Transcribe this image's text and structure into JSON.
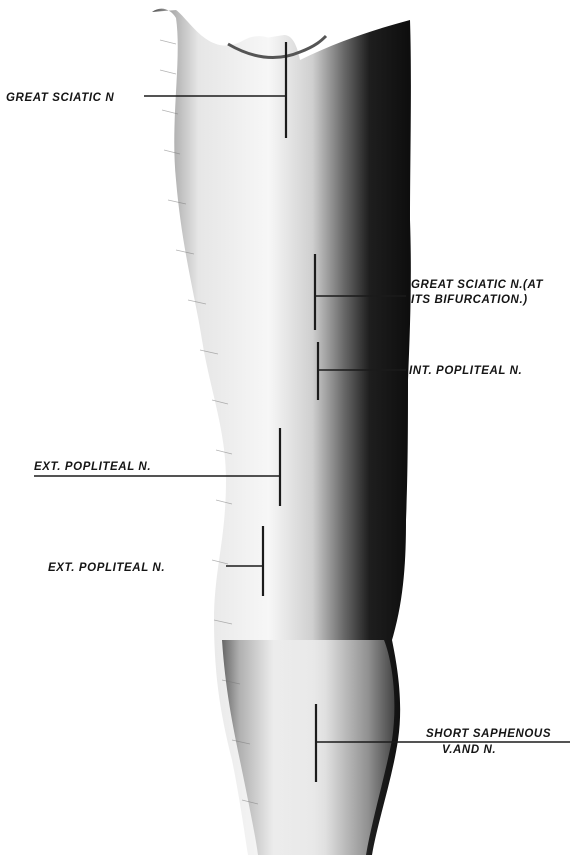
{
  "labels": {
    "great_sciatic": "GREAT SCIATIC N",
    "great_sciatic_bifurcation_line1": "GREAT SCIATIC N.(AT",
    "great_sciatic_bifurcation_line2": "ITS BIFURCATION.)",
    "int_popliteal": "INT. POPLITEAL N.",
    "ext_popliteal_upper": "EXT. POPLITEAL N.",
    "ext_popliteal_lower": "EXT. POPLITEAL N.",
    "short_saphenous_line1": "SHORT SAPHENOUS",
    "short_saphenous_line2": "V.AND N."
  },
  "colors": {
    "ink": "#151515",
    "limb_light": "#f2f2f2",
    "limb_mid": "#a9a9a9",
    "limb_dark": "#141414"
  }
}
